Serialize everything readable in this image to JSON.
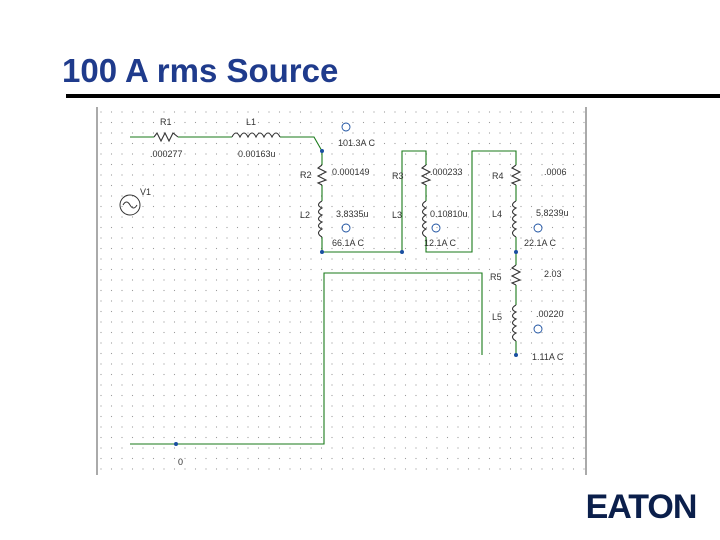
{
  "slide": {
    "title": "100 A rms Source"
  },
  "schematic": {
    "grid": true,
    "source": {
      "name": "V1"
    },
    "ground": {
      "label": "0"
    },
    "components": [
      {
        "name": "R1",
        "value": ".000277"
      },
      {
        "name": "L1",
        "value": "0.00163u"
      },
      {
        "name": "R2",
        "value": "0.000149"
      },
      {
        "name": "L2",
        "value": "3.8335u"
      },
      {
        "name": "R3",
        "value": ".000233"
      },
      {
        "name": "L3",
        "value": "0.10810u"
      },
      {
        "name": "R4",
        "value": ".0006"
      },
      {
        "name": "L4",
        "value": "5.8239u"
      },
      {
        "name": "R5",
        "value": "2.03"
      },
      {
        "name": "L5",
        "value": ".00220"
      }
    ],
    "probes": [
      {
        "name": "probe-1",
        "value": "101.3A C"
      },
      {
        "name": "probe-2",
        "value": "66.1A C"
      },
      {
        "name": "probe-3",
        "value": "12.1A C"
      },
      {
        "name": "probe-4",
        "value": "22.1A C"
      },
      {
        "name": "probe-5",
        "value": "1.11A C"
      }
    ]
  },
  "logo": {
    "text": "EATON",
    "color": "#0b1f4b"
  }
}
